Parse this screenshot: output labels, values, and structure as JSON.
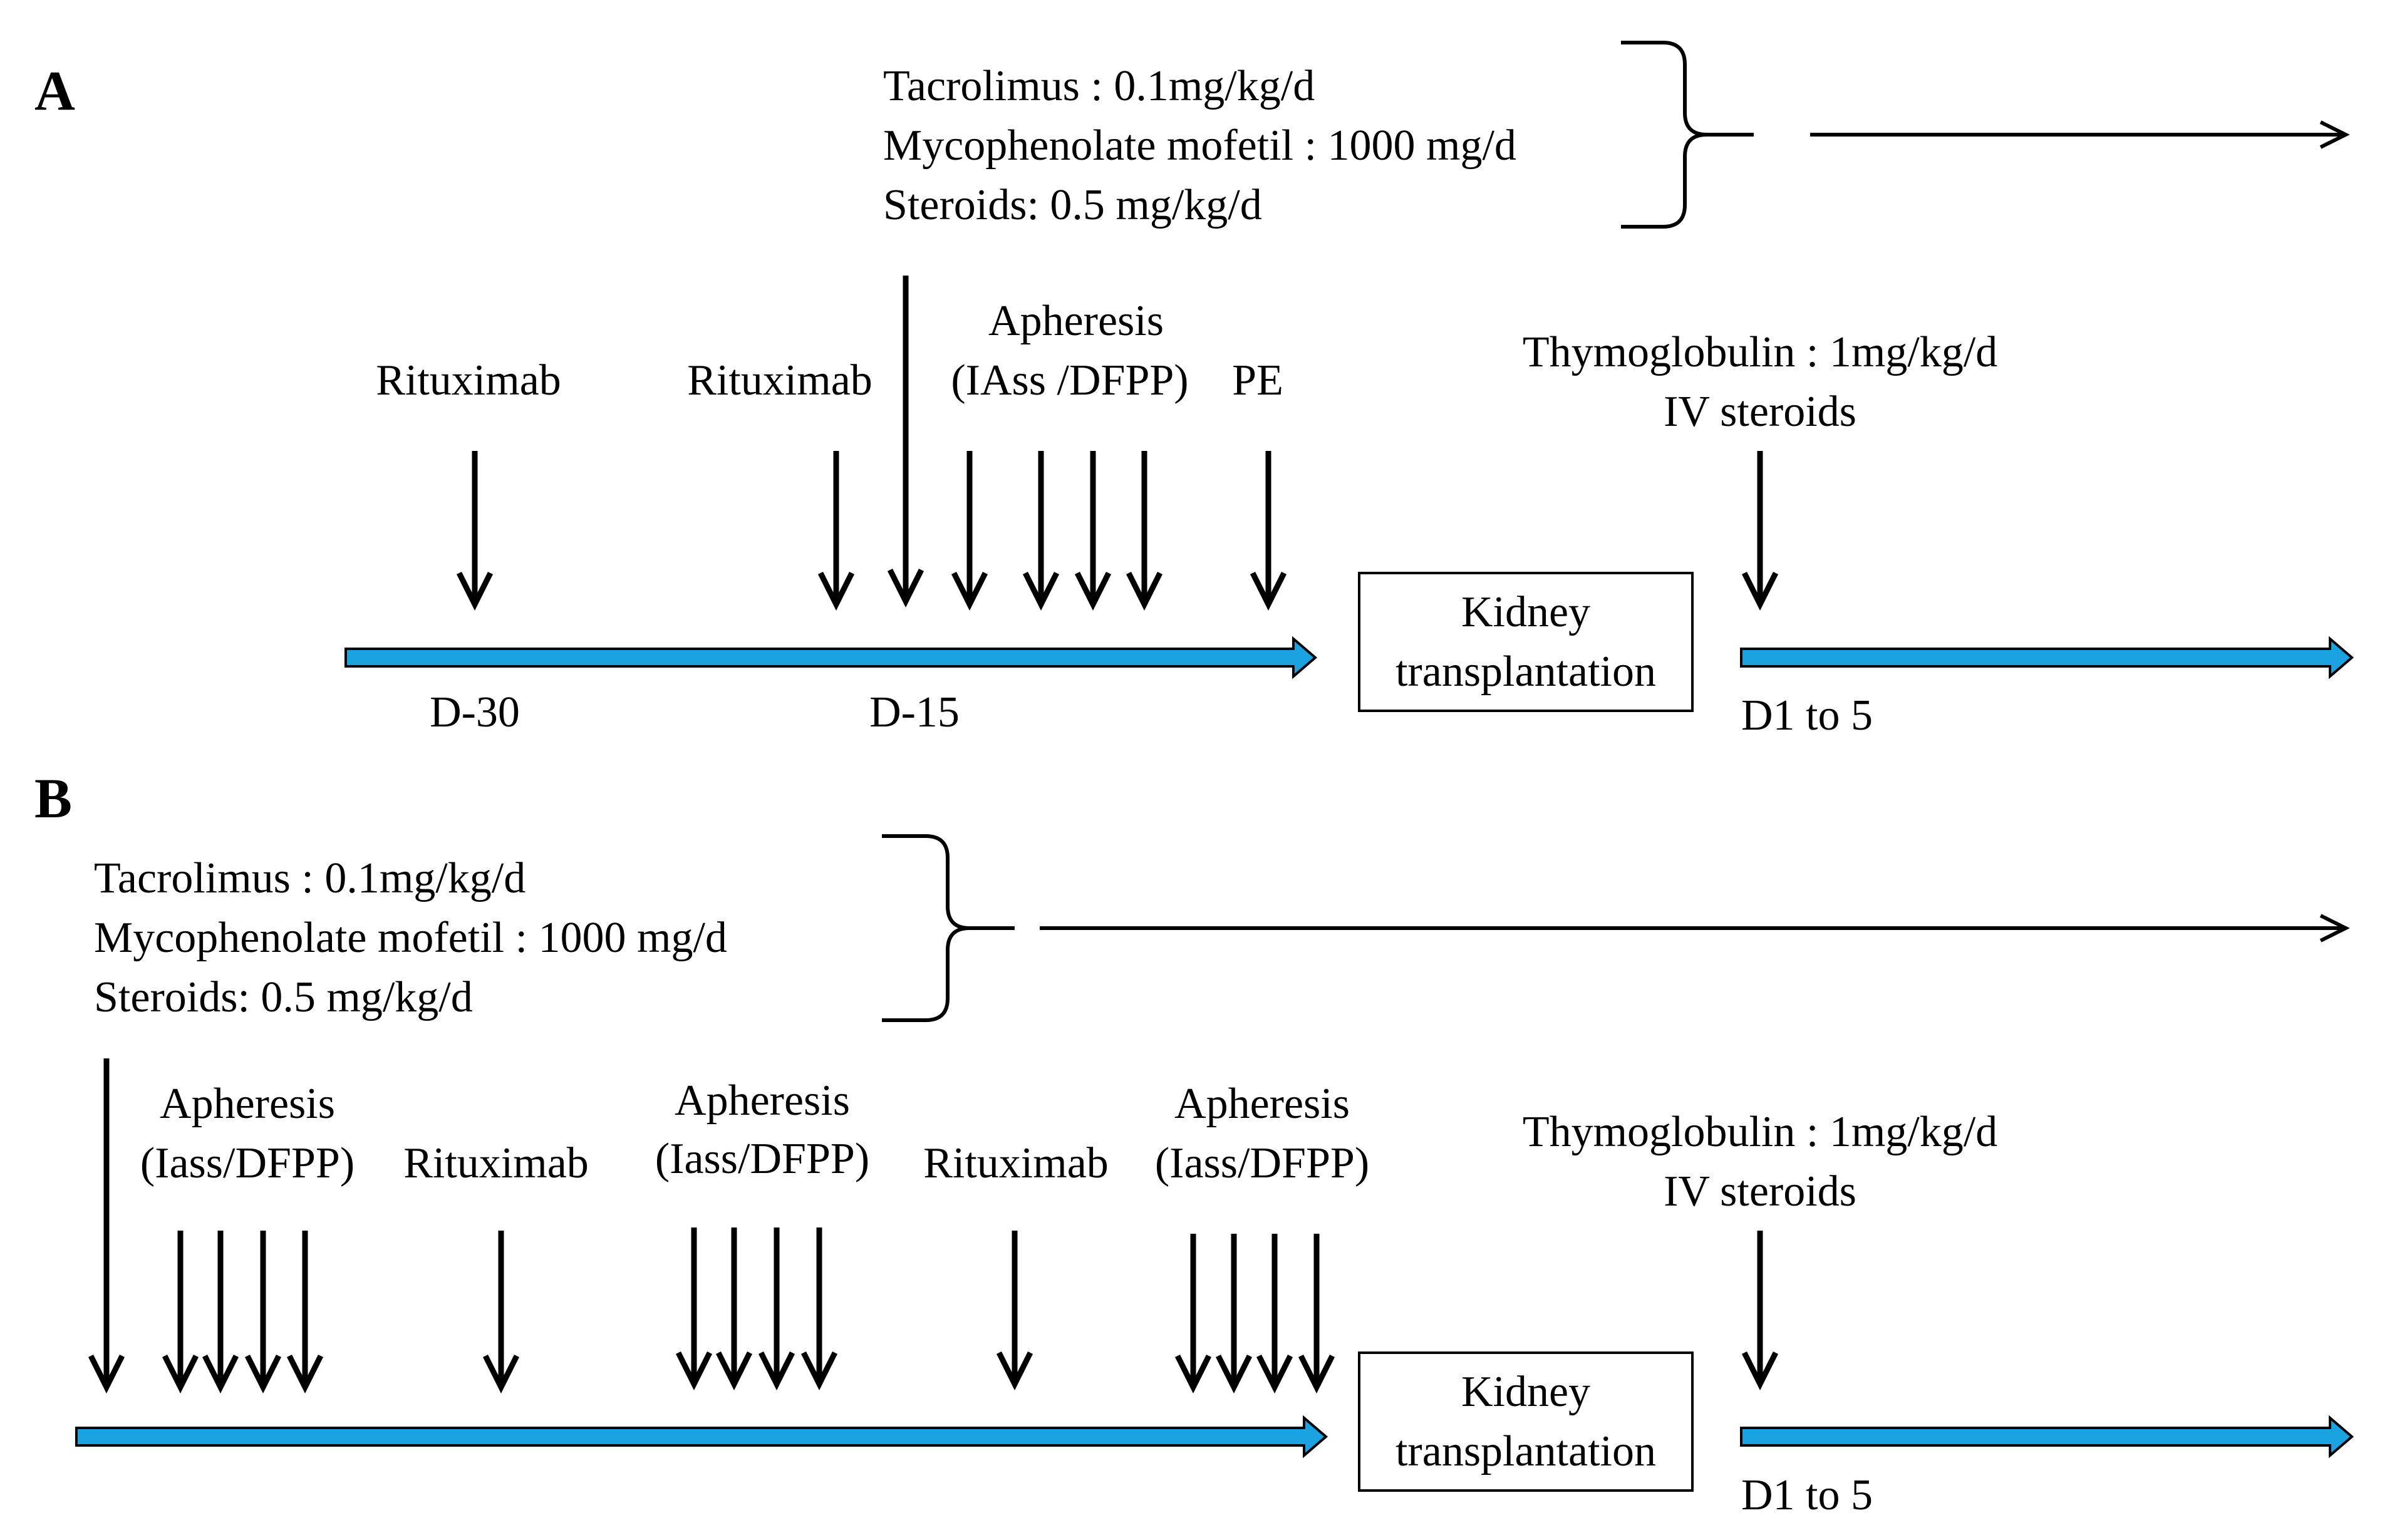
{
  "colors": {
    "timeline": "#1aa3e0",
    "ink": "#000000",
    "background": "#ffffff"
  },
  "panel_a": {
    "letter": "A",
    "maintenance": [
      "Tacrolimus : 0.1mg/kg/d",
      "Mycophenolate mofetil : 1000 mg/d",
      "Steroids: 0.5 mg/kg/d"
    ],
    "rituximab_1": "Rituximab",
    "rituximab_2": "Rituximab",
    "apheresis": [
      "Apheresis",
      "(IAss /DFPP)"
    ],
    "pe": "PE",
    "induction": [
      "Thymoglobulin : 1mg/kg/d",
      "IV steroids"
    ],
    "transplant": [
      "Kidney",
      "transplantation"
    ],
    "day_labels": [
      "D-30",
      "D-15"
    ],
    "post_label": "D1 to 5"
  },
  "panel_b": {
    "letter": "B",
    "maintenance": [
      "Tacrolimus : 0.1mg/kg/d",
      "Mycophenolate mofetil : 1000 mg/d",
      "Steroids: 0.5 mg/kg/d"
    ],
    "apheresis_1": [
      "Apheresis",
      "(Iass/DFPP)"
    ],
    "rituximab_1": "Rituximab",
    "apheresis_2": [
      "Apheresis",
      "(Iass/DFPP)"
    ],
    "rituximab_2": "Rituximab",
    "apheresis_3": [
      "Apheresis",
      "(Iass/DFPP)"
    ],
    "induction": [
      "Thymoglobulin : 1mg/kg/d",
      "IV steroids"
    ],
    "transplant": [
      "Kidney",
      "transplantation"
    ],
    "post_label": "D1 to 5"
  }
}
